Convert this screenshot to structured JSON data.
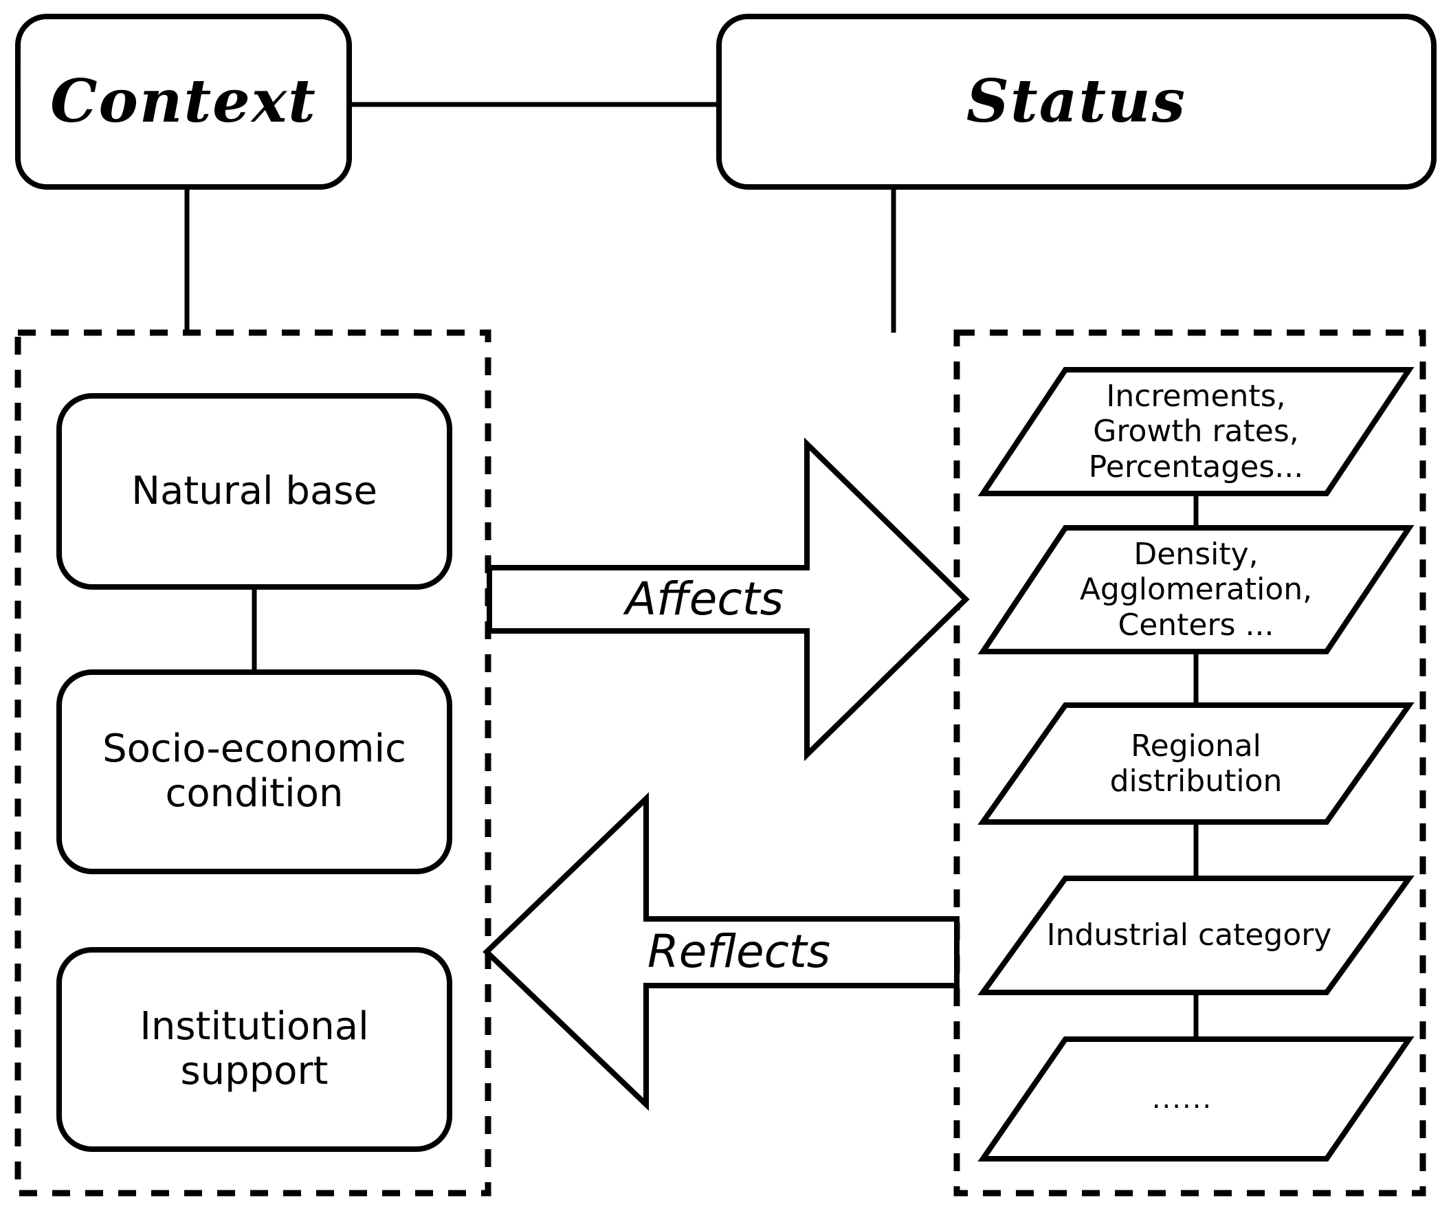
{
  "diagram": {
    "title_nodes": {
      "context": {
        "label": "Context"
      },
      "status": {
        "label": "Status"
      }
    },
    "context_group": {
      "items": [
        {
          "label": "Natural base"
        },
        {
          "label": "Socio-economic\ncondition"
        },
        {
          "label": "Institutional\nsupport"
        }
      ]
    },
    "status_group": {
      "items": [
        {
          "label": "Increments,\nGrowth rates,\nPercentages..."
        },
        {
          "label": "Density,\nAgglomeration,\nCenters ..."
        },
        {
          "label": "Regional\ndistribution"
        },
        {
          "label": "Industrial category"
        },
        {
          "label": "......"
        }
      ]
    },
    "arrows": [
      {
        "label": "Affects",
        "direction": "right"
      },
      {
        "label": "Reflects",
        "direction": "left"
      }
    ],
    "colors": {
      "stroke": "#000000",
      "background": "#ffffff",
      "text": "#000000"
    }
  }
}
